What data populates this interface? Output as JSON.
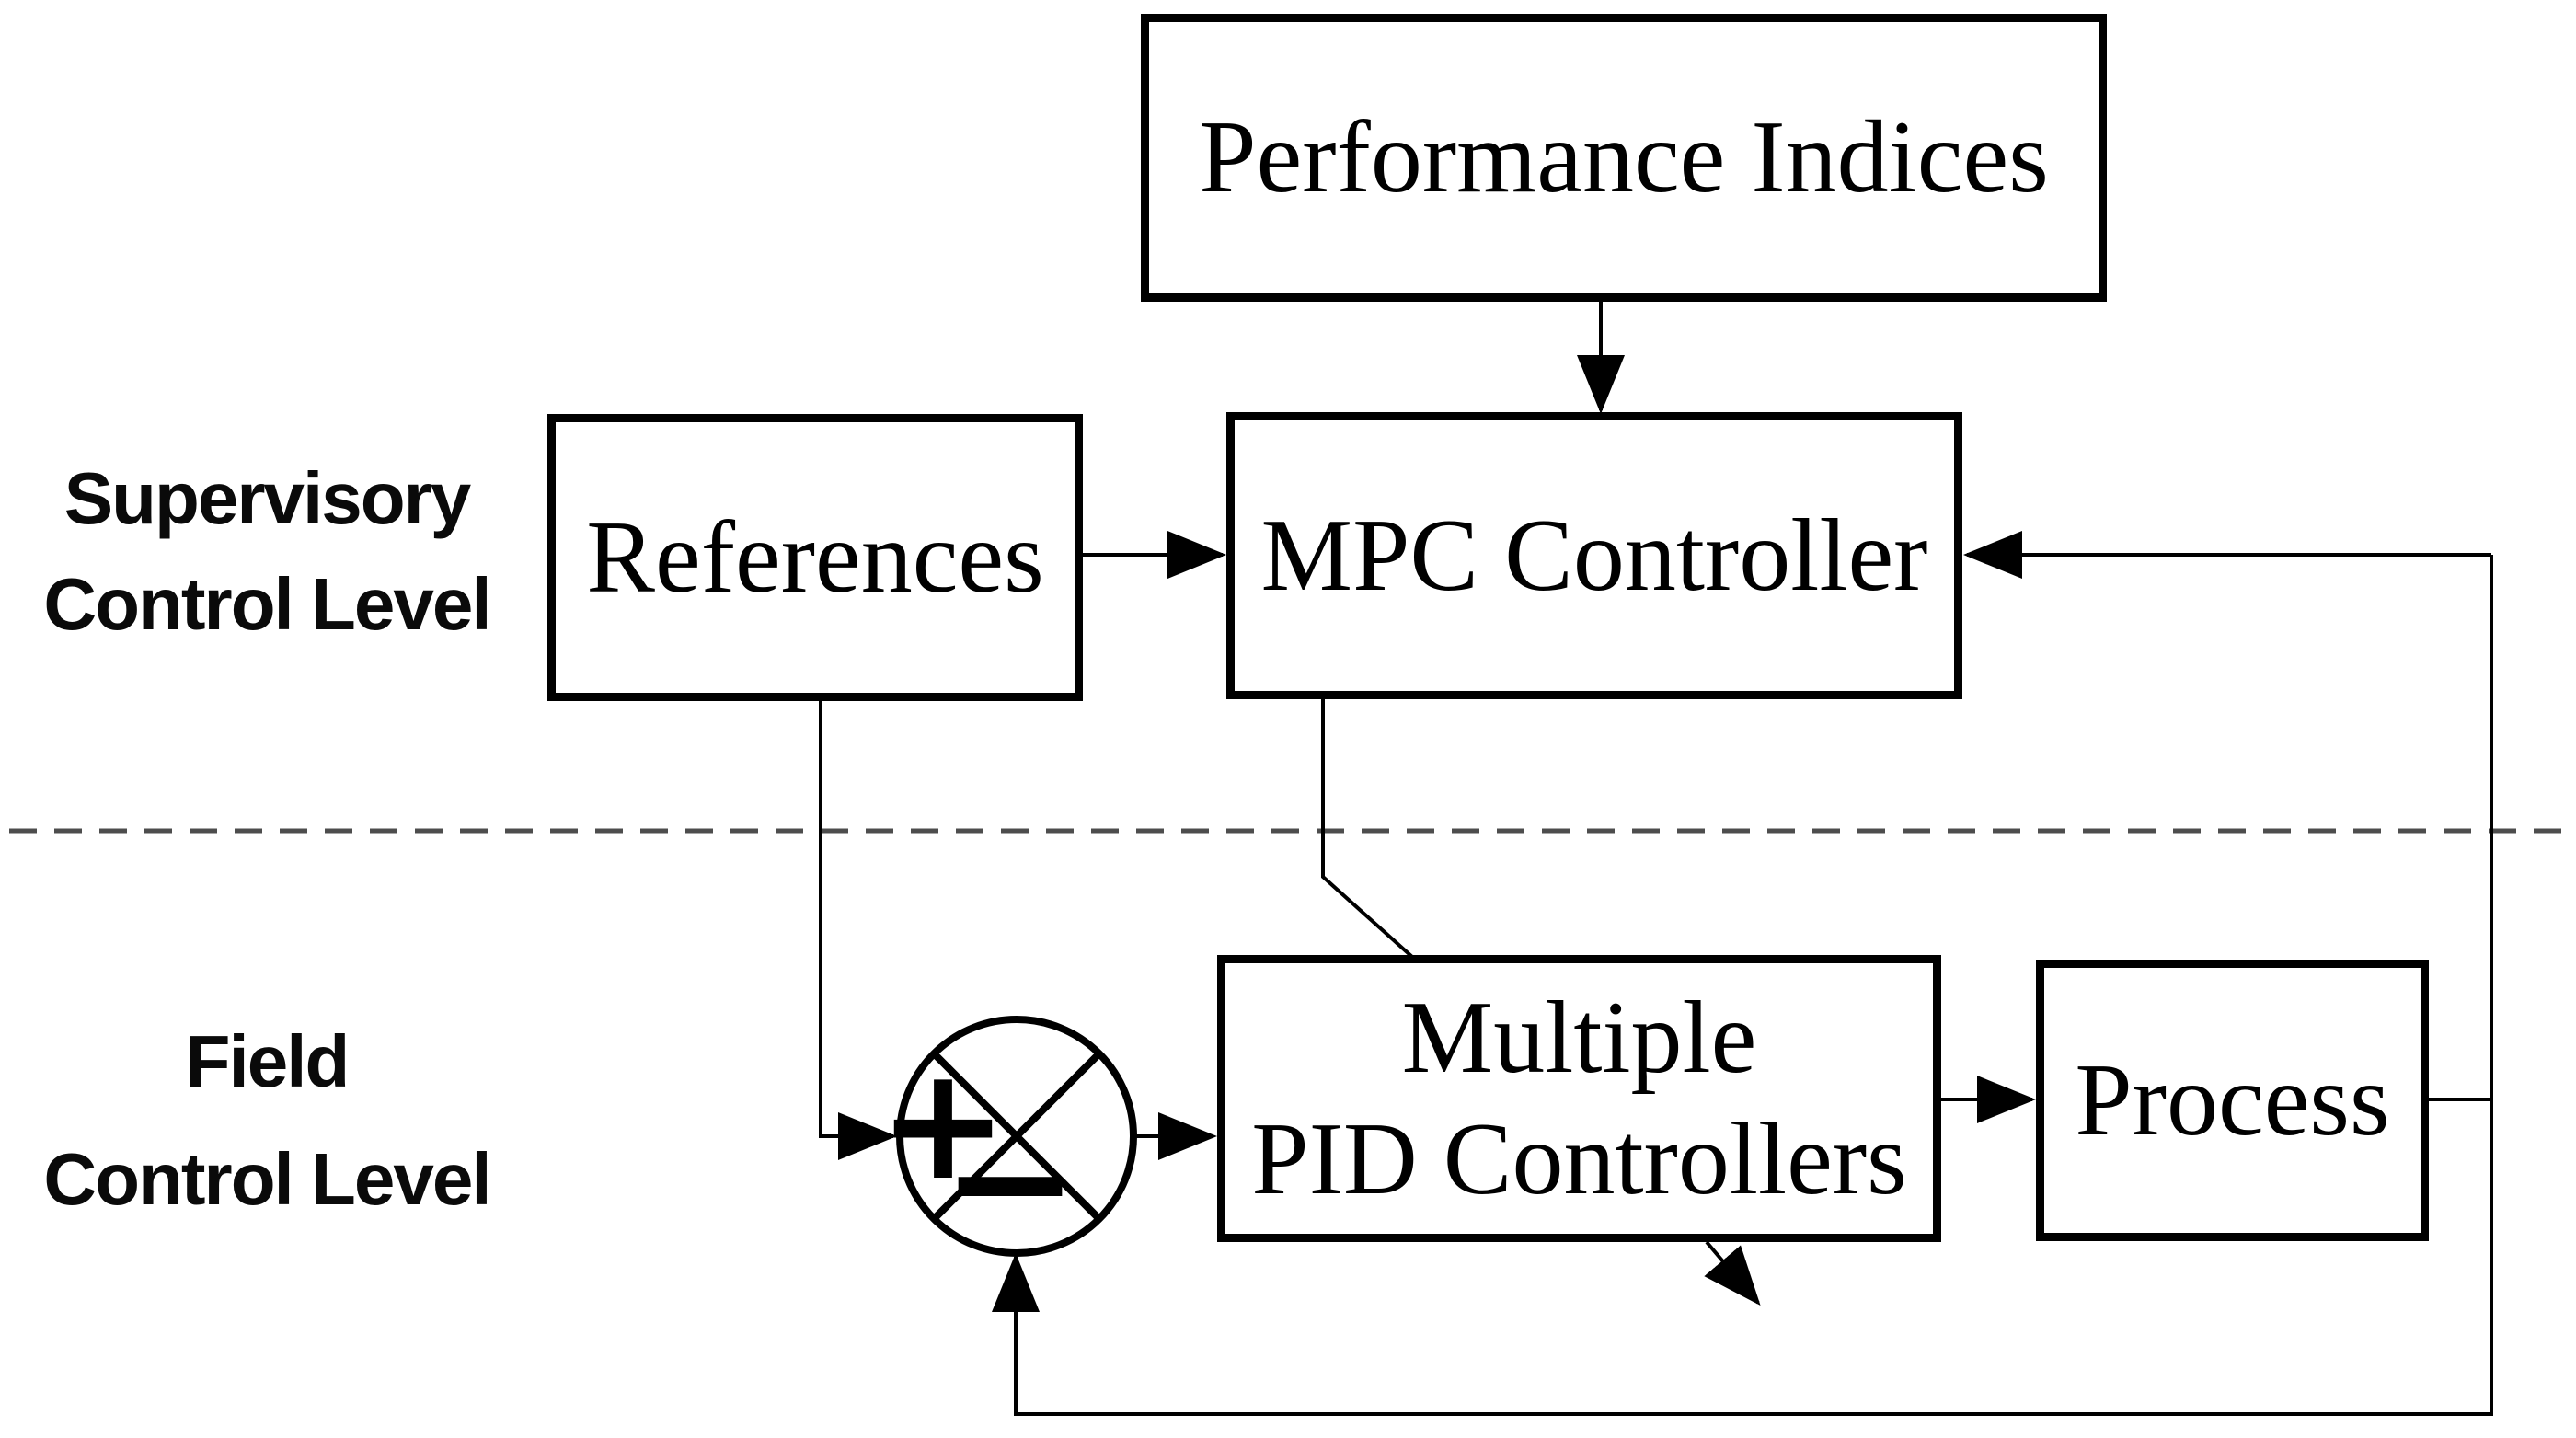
{
  "diagram": {
    "levels": {
      "supervisory": {
        "line1": "Supervisory",
        "line2": "Control Level"
      },
      "field": {
        "line1": "Field",
        "line2": "Control Level"
      }
    },
    "blocks": {
      "performance_indices": {
        "label": "Performance Indices"
      },
      "references": {
        "label": "References"
      },
      "mpc": {
        "label": "MPC Controller"
      },
      "pid": {
        "line1": "Multiple",
        "line2": "PID Controllers"
      },
      "process": {
        "label": "Process"
      }
    },
    "summing_junction": {
      "plus": "+",
      "minus": "−"
    },
    "colors": {
      "line": "#000000",
      "dashed_separator": "#4d4d4d",
      "background": "#ffffff"
    }
  }
}
